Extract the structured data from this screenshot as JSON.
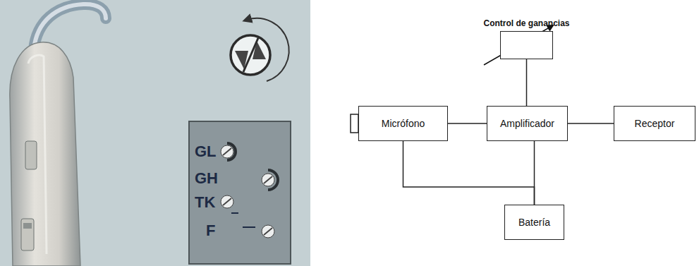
{
  "diagram": {
    "nodes": [
      {
        "text": [
          "Control de ganancias"
        ]
      },
      {
        "text": [
          "Micrófono"
        ]
      },
      {
        "text": [
          "Amplificador"
        ]
      },
      {
        "text": [
          "Receptor"
        ]
      },
      {
        "text": [
          "Batería"
        ]
      }
    ],
    "edges": [
      {
        "from": 1,
        "to": 2,
        "arrow": "none"
      },
      {
        "from": 2,
        "to": 3,
        "arrow": "none"
      },
      {
        "from": 0,
        "to": 2,
        "arrow": "none"
      },
      {
        "from": 2,
        "to": 4,
        "arrow": "none"
      },
      {
        "from": 1,
        "to": 4,
        "arrow": "none"
      }
    ],
    "labels": [
      "GL",
      "GH",
      "TK",
      "F"
    ]
  }
}
